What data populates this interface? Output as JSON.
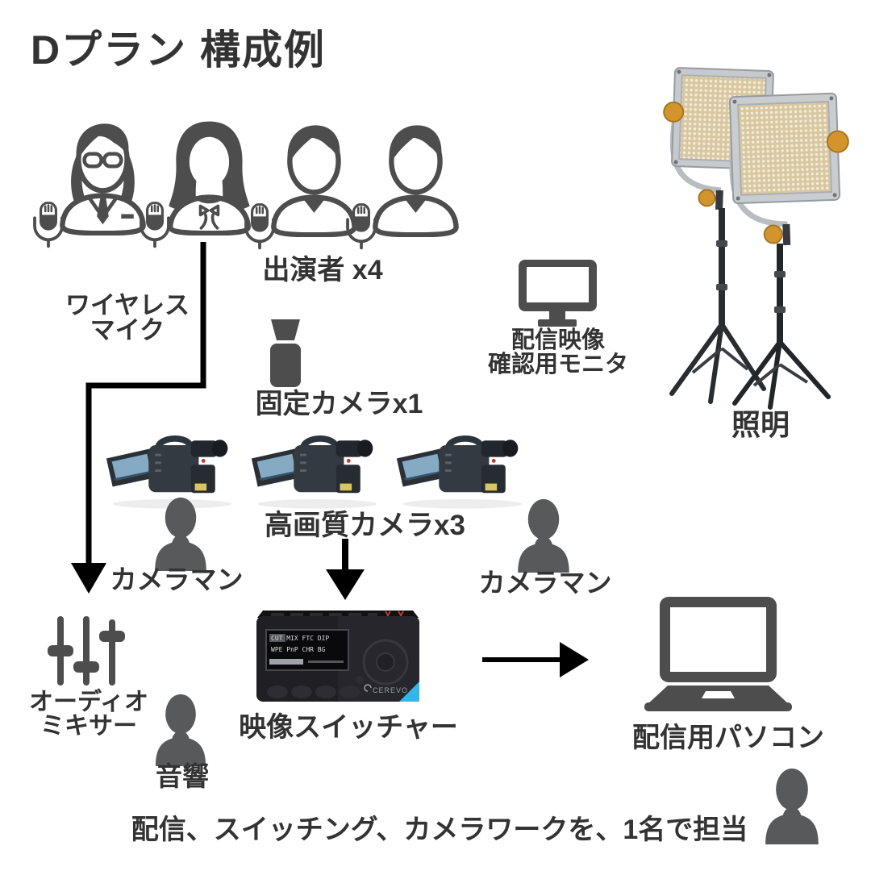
{
  "title": "Dプラン 構成例",
  "performers": {
    "label": "出演者 x4"
  },
  "wireless_mic": {
    "line1": "ワイヤレス",
    "line2": "マイク"
  },
  "fixed_camera": {
    "label": "固定カメラx1"
  },
  "monitor": {
    "line1": "配信映像",
    "line2": "確認用モニタ"
  },
  "lighting": {
    "label": "照明"
  },
  "hq_camera": {
    "label": "高画質カメラx3"
  },
  "cameraman_left": {
    "label": "カメラマン"
  },
  "cameraman_right": {
    "label": "カメラマン"
  },
  "audio_mixer": {
    "line1": "オーディオ",
    "line2": "ミキサー"
  },
  "sound_operator": {
    "label": "音響"
  },
  "switcher": {
    "label": "映像スイッチャー",
    "brand": "CEREVO",
    "lcd_line1": "CUT MIX FTC DIP",
    "lcd_line2": "WPE PnP CHR BG"
  },
  "streaming_pc": {
    "label": "配信用パソコン"
  },
  "footer_note": "配信、スイッチング、カメラワークを、1名で担当",
  "colors": {
    "text": "#333333",
    "icon_gray": "#4d4d4d",
    "silhouette_gray": "#58595b",
    "arrow_black": "#000000",
    "switcher_body": "#1f1f24",
    "switcher_accent_cyan": "#35b6e9",
    "led_panel_warm": "#d8c7a0",
    "led_knob_gold": "#d2952e",
    "frame_silver": "#c6cacd",
    "camcorder_screen_blue": "#85aac4"
  }
}
